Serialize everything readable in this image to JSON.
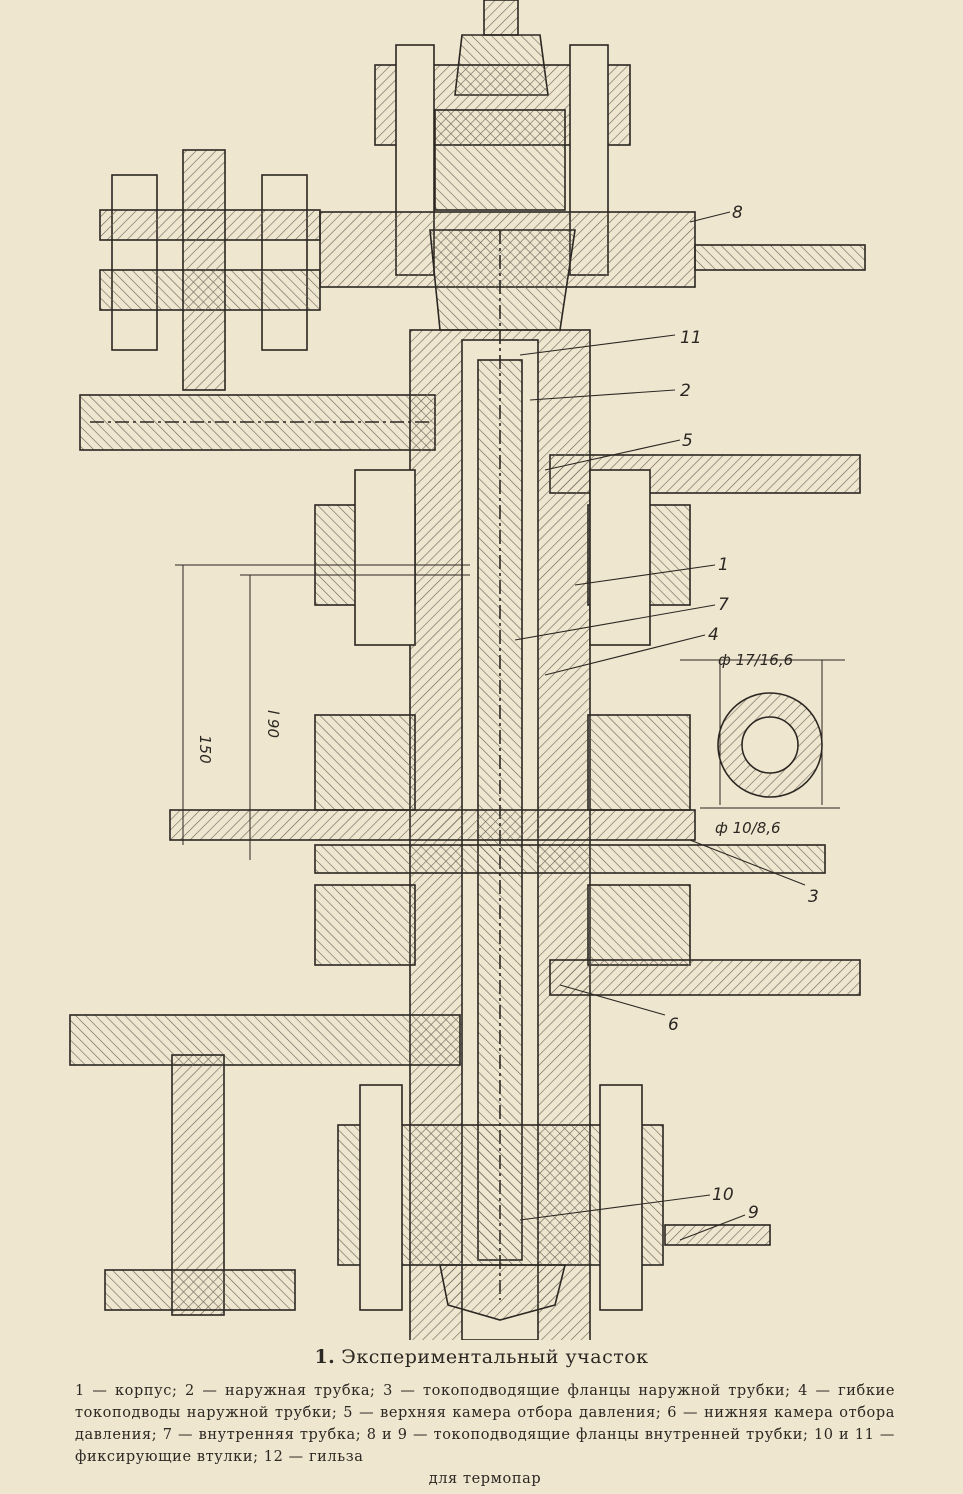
{
  "labels": {
    "l1": "1",
    "l2": "2",
    "l3": "3",
    "l4": "4",
    "l5": "5",
    "l6": "6",
    "l7": "7",
    "l8": "8",
    "l9": "9",
    "l10": "10",
    "l11": "11"
  },
  "dimensions": {
    "d150": "150",
    "l90": "l 90",
    "outer_tube": "ф 17/16,6",
    "inner_tube": "ф 10/8,6"
  },
  "caption": {
    "number": "1.",
    "title": "Экспериментальный участок",
    "legend": "1 — корпус; 2 — наружная трубка; 3 — токоподводящие фланцы наружной трубки; 4 — гибкие токоподводы наружной трубки; 5 — верхняя камера отбора давления; 6 — нижняя камера отбора давления; 7 — внутренняя трубка; 8 и 9 — токоподводящие фланцы внутренней трубки; 10 и 11 — фиксирующие втулки; 12 — гильза",
    "legend_last": "для термопар"
  },
  "colors": {
    "ink": "#2b2722",
    "paper": "#efe6cf",
    "hatch": "#6b6358"
  }
}
